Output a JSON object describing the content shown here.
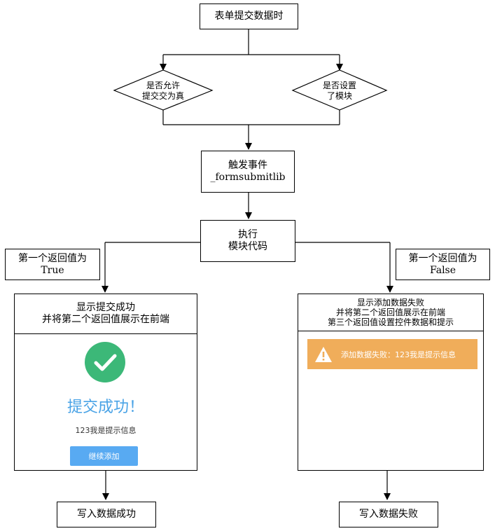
{
  "nodes": {
    "start": {
      "line1": "表单提交数据时"
    },
    "cond_allow": {
      "line1": "是否允许",
      "line2": "提交交为真"
    },
    "cond_module": {
      "line1": "是否设置",
      "line2": "了模块"
    },
    "trigger": {
      "line1": "触发事件",
      "line2": "_formsubmitlib"
    },
    "execute": {
      "line1": "执行",
      "line2": "模块代码"
    },
    "ret_true": {
      "line1": "第一个返回值为",
      "line2": "True"
    },
    "ret_false": {
      "line1": "第一个返回值为",
      "line2": "False"
    },
    "success_panel": {
      "line1": "显示提交成功",
      "line2": "并将第二个返回值展示在前端",
      "preview_title": "提交成功！",
      "preview_message": "123我是提示信息",
      "preview_button": "继续添加",
      "icon": "check-circle-icon",
      "icon_color": "#3cb878"
    },
    "fail_panel": {
      "line1": "显示添加数据失败",
      "line2": "并将第二个返回值展示在前端",
      "line3": "第三个返回值设置控件数据和提示",
      "alert_text": "添加数据失败：123我是提示信息",
      "icon": "warning-icon",
      "alert_color": "#f0ad5a"
    },
    "write_success": {
      "line1": "写入数据成功"
    },
    "write_fail": {
      "line1": "写入数据失败"
    }
  }
}
